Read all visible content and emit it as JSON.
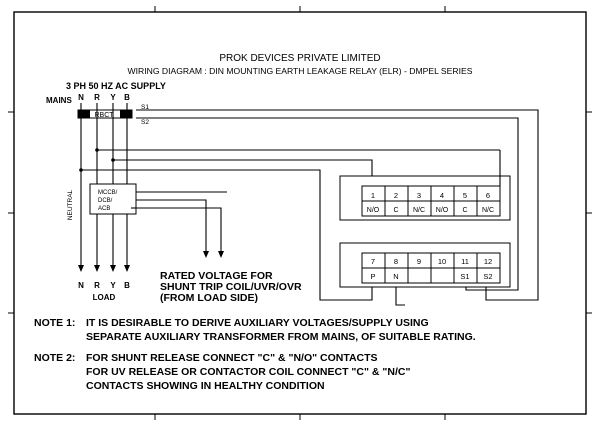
{
  "header": {
    "company": "PROK DEVICES PRIVATE LIMITED",
    "title": "WIRING DIAGRAM : DIN MOUNTING EARTH LEAKAGE RELAY (ELR) -  DMPEL SERIES"
  },
  "supply": {
    "label": "3 PH 50 HZ AC SUPPLY",
    "mains": "MAINS",
    "phases": [
      "N",
      "R",
      "Y",
      "B"
    ],
    "ct": "RBCT",
    "s1": "S1",
    "s2": "S2",
    "neutral": "NEUTRAL",
    "load": "LOAD",
    "breaker": [
      "MCCB/",
      "DCB/",
      "ACB"
    ]
  },
  "relay_top": {
    "numbers": [
      "1",
      "2",
      "3",
      "4",
      "5",
      "6"
    ],
    "labels": [
      "N/O",
      "C",
      "N/C",
      "N/O",
      "C",
      "N/C"
    ]
  },
  "relay_bottom": {
    "numbers": [
      "7",
      "8",
      "9",
      "10",
      "11",
      "12"
    ],
    "labels": [
      "P",
      "N",
      "",
      "",
      "S1",
      "S2"
    ]
  },
  "shunt": [
    "RATED VOLTAGE FOR",
    "SHUNT TRIP COIL/UVR/OVR",
    "(FROM LOAD SIDE)"
  ],
  "notes": {
    "n1_tag": "NOTE 1:",
    "n1_l1": "IT IS DESIRABLE TO DERIVE AUXILIARY VOLTAGES/SUPPLY USING",
    "n1_l2": "SEPARATE AUXILIARY TRANSFORMER FROM MAINS, OF SUITABLE RATING.",
    "n2_tag": "NOTE 2:",
    "n2_l1": "FOR SHUNT RELEASE CONNECT \"C\" & \"N/O\" CONTACTS",
    "n2_l2": "FOR UV RELEASE OR CONTACTOR COIL CONNECT \"C\" & \"N/C\"",
    "n2_l3": "CONTACTS SHOWING IN HEALTHY CONDITION"
  }
}
